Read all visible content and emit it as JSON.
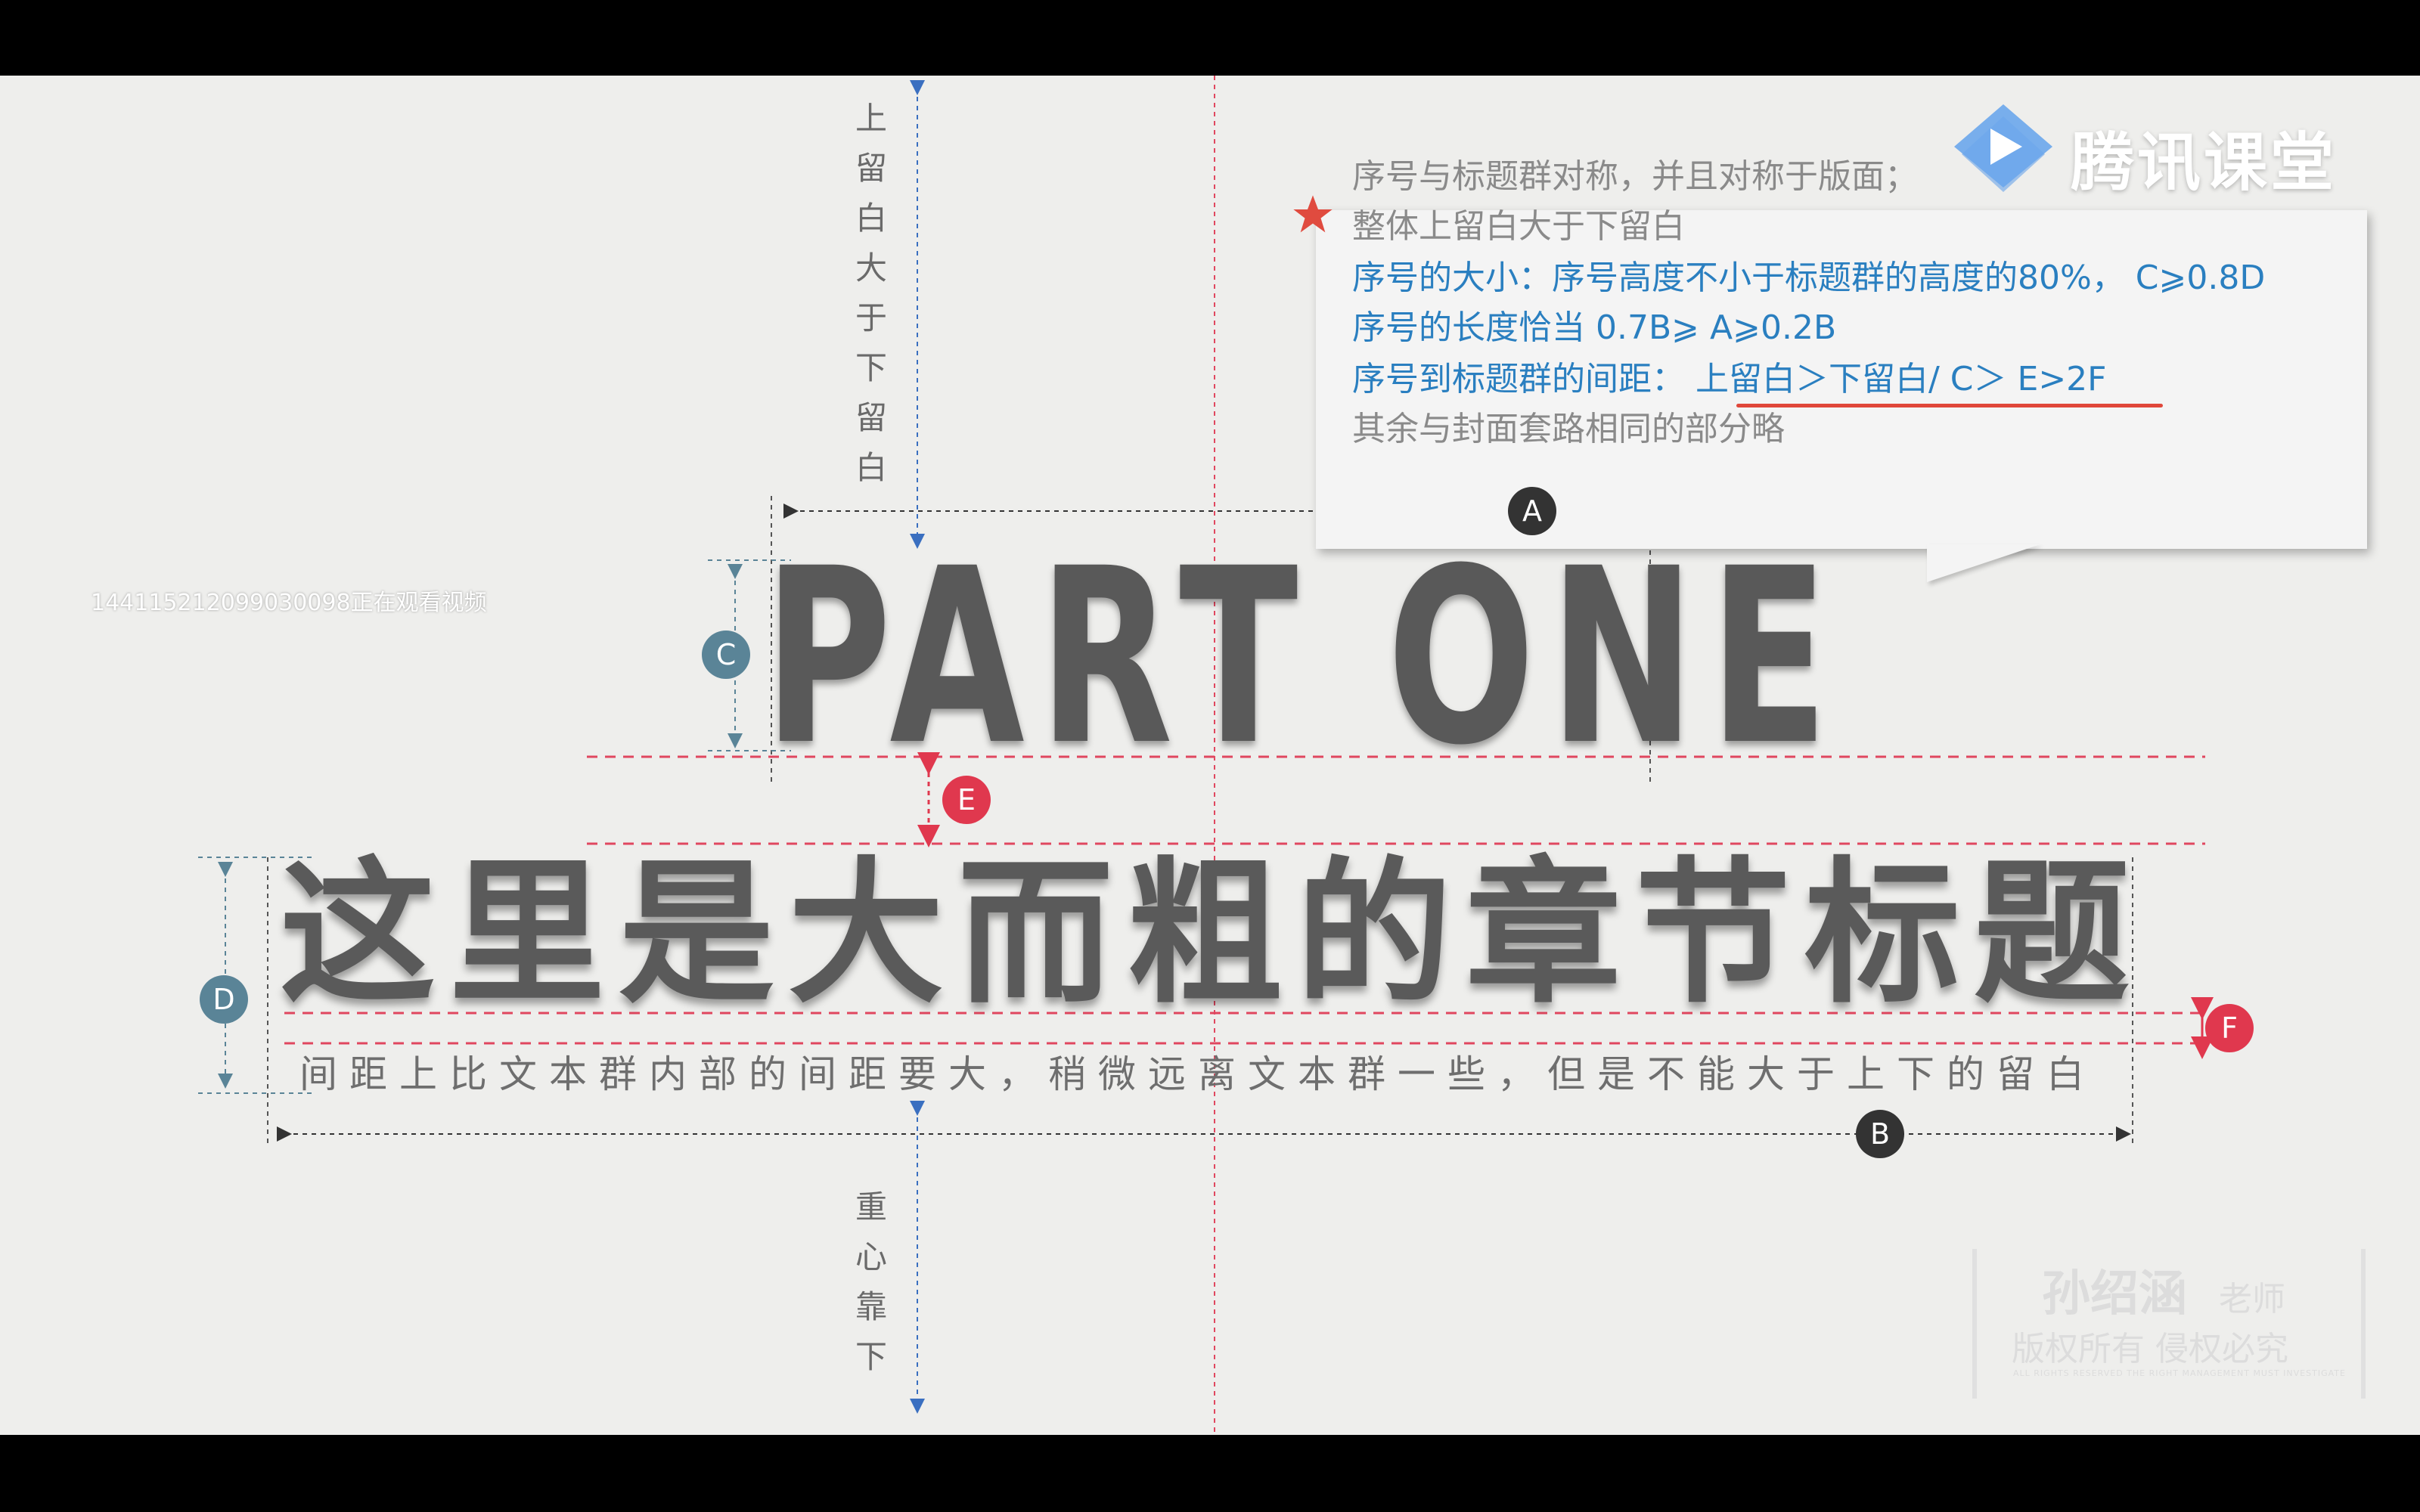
{
  "viewer_notice": "1441152120990300​98正在观看视频",
  "brand": {
    "name": "腾讯课堂",
    "icon": "play-triangle-icon"
  },
  "callout": {
    "lines": [
      {
        "text": "序号与标题群对称，并且对称于版面；",
        "style": "gray"
      },
      {
        "text": "整体上留白大于下留白",
        "style": "gray"
      },
      {
        "text": "序号的大小：序号高度不小于标题群的高度的80%，  C⩾0.8D",
        "style": "blue"
      },
      {
        "text": "序号的长度恰当   0.7B⩾ A⩾0.2B",
        "style": "blue"
      },
      {
        "text_a": "序号到标题群的间距：",
        "text_b": "上留白＞下留白/ C＞ E>2F",
        "style": "blue"
      },
      {
        "text": "其余与封面套路相同的部分略",
        "style": "gray"
      }
    ],
    "star_color": "#e04b3f"
  },
  "top_note": [
    "上",
    "留",
    "白",
    "大",
    "于",
    "下",
    "留",
    "白"
  ],
  "bottom_note": [
    "重",
    "心",
    "靠",
    "下"
  ],
  "part_one": "PART  ONE",
  "chapter_title": "这里是大而粗的章节标题",
  "subline": "间距上比文本群内部的间距要大，稍微远离文本群一些，但是不能大于上下的留白",
  "markers": {
    "A": "A",
    "B": "B",
    "C": "C",
    "D": "D",
    "E": "E",
    "F": "F"
  },
  "colors": {
    "background": "#eeeeec",
    "pink_guides": "#e0475f",
    "blue_guides": "#3a6fc0",
    "teal_marker": "#5a8497",
    "dark_marker": "#333333",
    "red_marker": "#e0384e"
  },
  "watermark": {
    "name": "孙绍涵",
    "title": "老师",
    "rights": "版权所有 侵权必究",
    "tiny": "ALL RIGHTS RESERVED THE RIGHT MANAGEMENT MUST INVESTIGATE"
  }
}
